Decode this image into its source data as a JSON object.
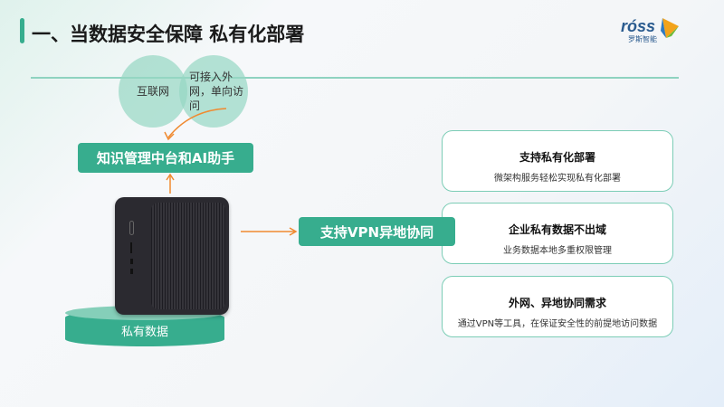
{
  "header": {
    "title": "一、当数据安全保障 私有化部署",
    "logo_text": "róss",
    "logo_sub": "罗斯智能"
  },
  "diagram": {
    "circle_left": "互联网",
    "circle_right": "可接入外网，单向访问",
    "platform_box": "知识管理中台和AI助手",
    "vpn_box": "支持VPN异地协同",
    "base_label": "私有数据"
  },
  "cards": [
    {
      "title": "支持私有化部署",
      "desc": "微架构服务轻松实现私有化部署"
    },
    {
      "title": "企业私有数据不出域",
      "desc": "业务数据本地多重权限管理"
    },
    {
      "title": "外网、异地协同需求",
      "desc": "通过VPN等工具，在保证安全性的前提地访问数据"
    }
  ],
  "colors": {
    "accent": "#37ad8e",
    "arrow": "#f08a30"
  }
}
